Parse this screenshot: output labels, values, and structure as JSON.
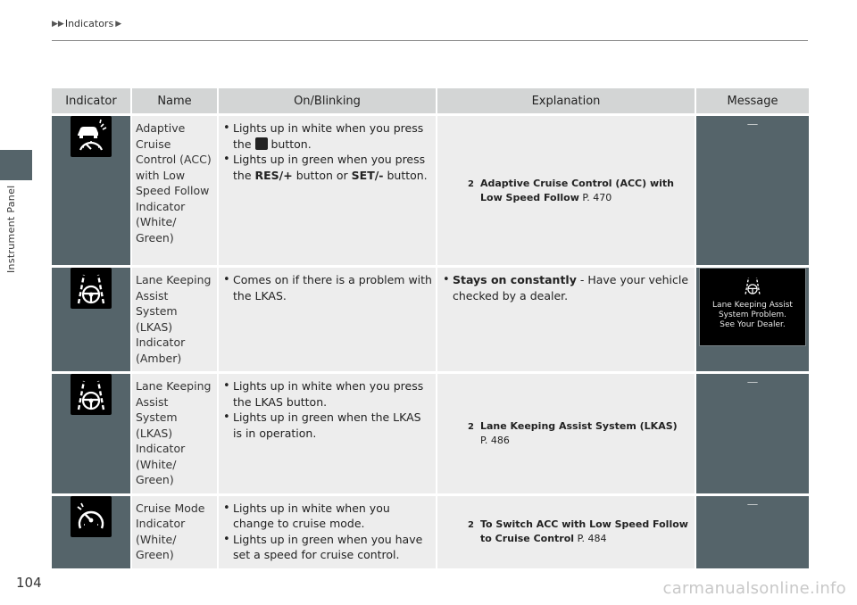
{
  "header": {
    "breadcrumb": "Indicators"
  },
  "side": {
    "section_label": "Instrument Panel"
  },
  "page": {
    "number": "104"
  },
  "watermark": "carmanualsonline.info",
  "table": {
    "columns": [
      "Indicator",
      "Name",
      "On/Blinking",
      "Explanation",
      "Message"
    ],
    "rows": [
      {
        "icon": "acc-low-speed-follow-icon",
        "name": "Adaptive Cruise Control (ACC) with Low Speed Follow Indicator (White/ Green)",
        "bullets": [
          {
            "pre": "Lights up in white when you press the ",
            "post": " button."
          },
          {
            "pre": "Lights up in green when you press the ",
            "b1": "RES/+",
            "mid": " button or ",
            "b2": "SET/-",
            "post": " button."
          }
        ],
        "explanation": {
          "ref_title": "Adaptive Cruise Control (ACC) with Low Speed Follow",
          "ref_page": "P. 470"
        },
        "message": "—"
      },
      {
        "icon": "lkas-icon",
        "name": "Lane Keeping Assist System (LKAS) Indicator (Amber)",
        "bullets": [
          {
            "text": "Comes on if there is a problem with the LKAS."
          }
        ],
        "explanation": {
          "bold": "Stays on constantly",
          "text": " - Have your vehicle checked by a dealer."
        },
        "message_lines": [
          "Lane Keeping Assist",
          "System Problem.",
          "See Your Dealer."
        ]
      },
      {
        "icon": "lkas-icon",
        "name": "Lane Keeping Assist System (LKAS) Indicator (White/ Green)",
        "bullets": [
          {
            "text": "Lights up in white when you press the LKAS button."
          },
          {
            "text": "Lights up in green when the LKAS is in operation."
          }
        ],
        "explanation": {
          "ref_title": "Lane Keeping Assist System (LKAS)",
          "ref_page": "P. 486"
        },
        "message": "—"
      },
      {
        "icon": "cruise-mode-icon",
        "name": "Cruise Mode Indicator (White/ Green)",
        "bullets": [
          {
            "text": "Lights up in white when you change to cruise mode."
          },
          {
            "text": "Lights up in green when you have set a speed for cruise control."
          }
        ],
        "explanation": {
          "ref_title": "To Switch ACC with Low Speed Follow to Cruise Control",
          "ref_page": "P. 484"
        },
        "message": "—"
      }
    ]
  },
  "colors": {
    "icon_cell": "#55646a",
    "header_bg": "#d3d5d5",
    "body_bg": "#ededed"
  }
}
